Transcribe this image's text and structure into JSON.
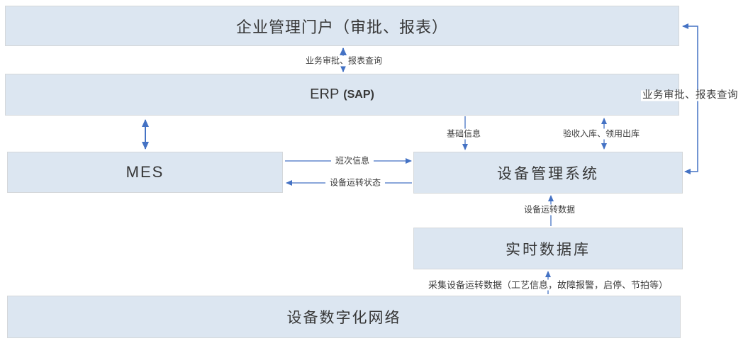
{
  "diagram": {
    "title_hint": "enterprise-equipment-management-architecture",
    "colors": {
      "box_fill": "#dce6f1",
      "box_border": "#d4d7da",
      "arrow": "#4472c4",
      "text": "#363636"
    },
    "nodes": {
      "portal": {
        "label": "企业管理门户（审批、报表）"
      },
      "erp": {
        "label": "ERP",
        "sublabel": "(SAP)"
      },
      "mes": {
        "label": "MES"
      },
      "equipment": {
        "label": "设备管理系统"
      },
      "realtime_db": {
        "label": "实时数据库"
      },
      "network": {
        "label": "设备数字化网络"
      }
    },
    "edges": {
      "portal_erp": {
        "label": "业务审批、报表查询",
        "from": "erp",
        "to": "portal",
        "direction": "bidirectional"
      },
      "erp_mes": {
        "label": "",
        "from": "erp",
        "to": "mes",
        "direction": "bidirectional"
      },
      "basic_info": {
        "label": "基础信息",
        "from": "erp",
        "to": "equipment",
        "direction": "down"
      },
      "warehouse": {
        "label": "验收入库、领用出库",
        "from": "erp",
        "to": "equipment",
        "direction": "bidirectional"
      },
      "shift_info": {
        "label": "班次信息",
        "from": "mes",
        "to": "equipment",
        "direction": "right"
      },
      "equipment_status": {
        "label": "设备运转状态",
        "from": "equipment",
        "to": "mes",
        "direction": "left"
      },
      "equipment_data": {
        "label": "设备运转数据",
        "from": "realtime_db",
        "to": "equipment",
        "direction": "up"
      },
      "collect_data": {
        "label": "采集设备运转数据（工艺信息，故障报警，启停、节拍等）",
        "from": "network",
        "to": "realtime_db",
        "direction": "up"
      },
      "portal_equipment": {
        "label": "业务审批、报表查询",
        "from": "equipment",
        "to": "portal",
        "direction": "bidirectional"
      }
    }
  }
}
